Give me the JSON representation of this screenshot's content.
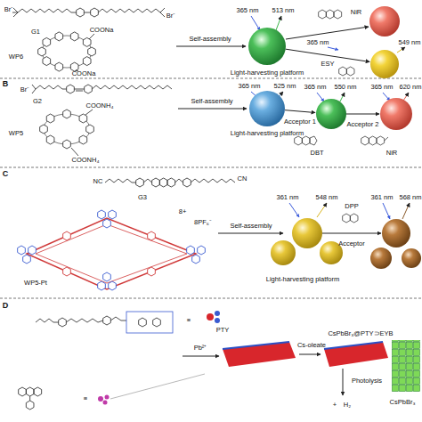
{
  "diagram": {
    "nodes": [
      {
        "text": [
          "365 nm",
          "513 nm",
          "Light-harvesting platform"
        ]
      },
      {
        "text": [
          "365 nm",
          "549 nm"
        ]
      },
      {
        "text": [
          "365 nm",
          "525 nm",
          "Light-harvesting platform"
        ]
      },
      {
        "text": [
          "365 nm",
          "550 nm"
        ]
      },
      {
        "text": [
          "365 nm",
          "620 nm"
        ]
      },
      {
        "text": [
          "361 nm",
          "548 nm",
          "Light-harvesting platform"
        ]
      },
      {
        "text": [
          "361 nm",
          "568 nm"
        ]
      }
    ],
    "edges": [
      {
        "from": 0,
        "to": 1,
        "arrow": "to",
        "label": "ESY"
      },
      {
        "from": 2,
        "to": 3,
        "arrow": "to",
        "label": "Acceptor 1"
      },
      {
        "from": 3,
        "to": 4,
        "arrow": "to",
        "label": "Acceptor 2"
      },
      {
        "from": 5,
        "to": 6,
        "arrow": "to",
        "label": "Acceptor"
      }
    ],
    "labels": [
      "Br⁻",
      "Br⁻",
      "G1",
      "WP6",
      "COONa",
      "COONa",
      "Self-assembly",
      "NiR",
      "B",
      "Br⁻",
      "G2",
      "WP5",
      "COONH₄",
      "COONH₄",
      "Self-assembly",
      "DBT",
      "NiR",
      "C",
      "NC",
      "CN",
      "G3",
      "8+",
      "8PF₆⁻",
      "WP5-Pt",
      "Self-assembly",
      "DPP",
      "D",
      "≡",
      "PTY",
      "≡",
      "Pb²⁺",
      "Cs-oleate",
      "CsPbBr₃@PTY⊃EYB",
      "Photolysis",
      "+",
      "H₂",
      "CsPbBr₃"
    ]
  }
}
